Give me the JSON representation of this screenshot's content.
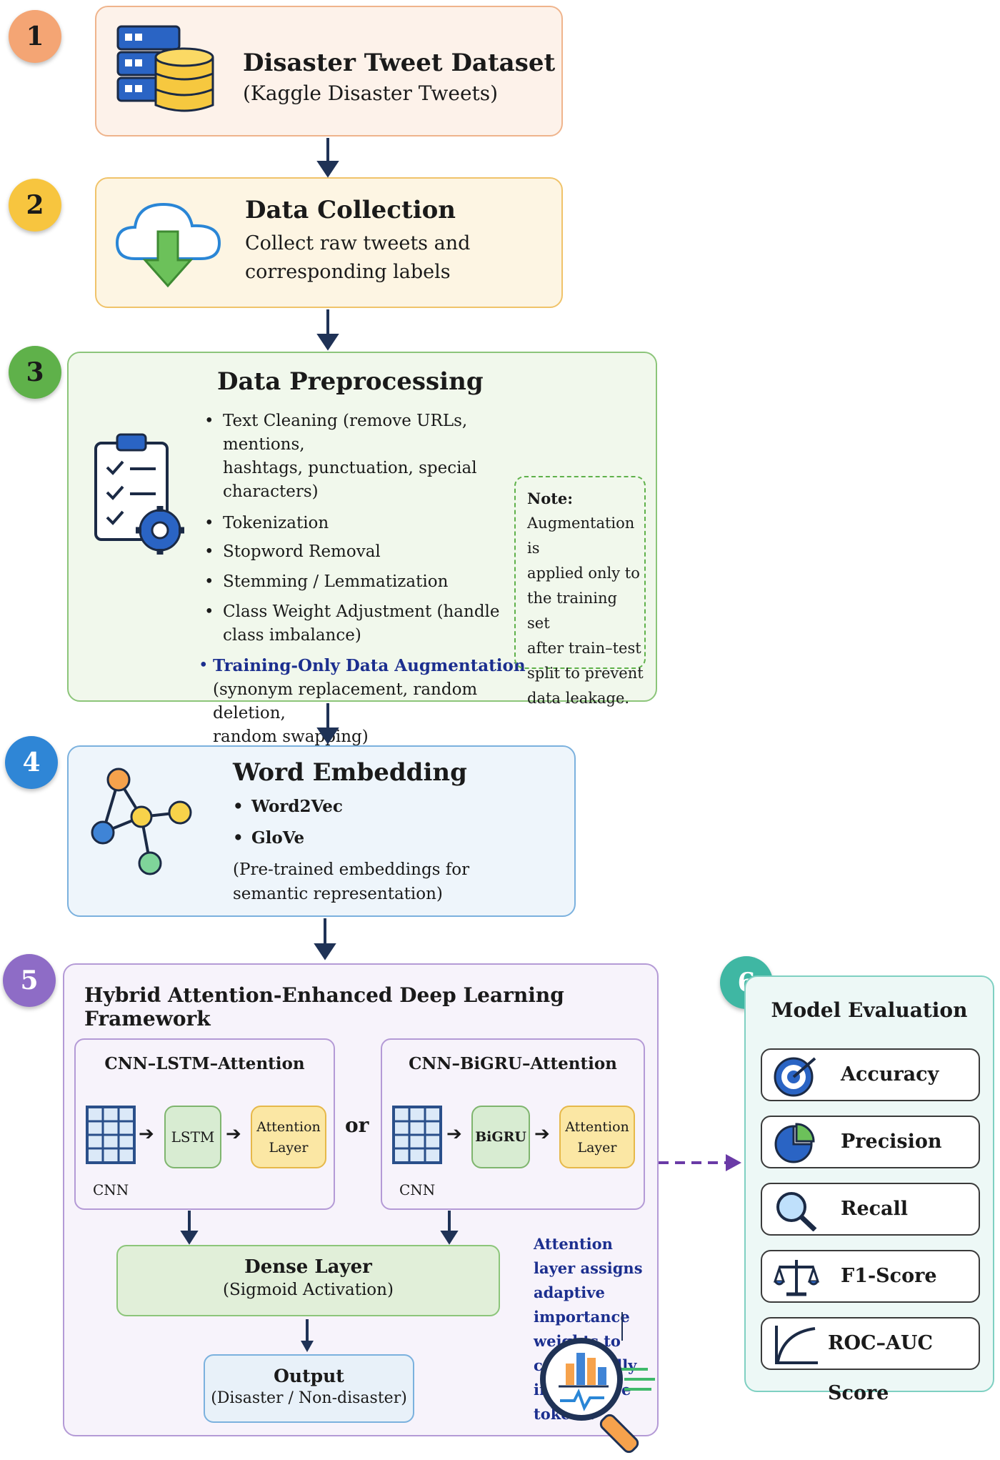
{
  "steps": {
    "s1": {
      "num": "1",
      "title": "Disaster Tweet Dataset",
      "subtitle": "(Kaggle Disaster Tweets)"
    },
    "s2": {
      "num": "2",
      "title": "Data Collection",
      "line1": "Collect raw tweets and",
      "line2": "corresponding labels"
    },
    "s3": {
      "num": "3",
      "title": "Data Preprocessing",
      "b1a": "Text Cleaning (remove URLs, mentions,",
      "b1b": "hashtags, punctuation, special characters)",
      "b2": "Tokenization",
      "b3": "Stopword Removal",
      "b4": "Stemming / Lemmatization",
      "b5a": "Class Weight Adjustment (handle",
      "b5b": "class imbalance)",
      "b6": "Training-Only Data Augmentation",
      "b6a": "(synonym replacement, random deletion,",
      "b6b": "random swapping)",
      "note_title": "Note:",
      "note_lines": [
        "Augmentation is",
        "applied only to",
        "the training set",
        "after train–test",
        "split to prevent",
        "data leakage."
      ]
    },
    "s4": {
      "num": "4",
      "title": "Word Embedding",
      "b1": "Word2Vec",
      "b2": "GloVe",
      "l1": "(Pre-trained embeddings for",
      "l2": "semantic representation)"
    },
    "s5": {
      "num": "5",
      "title": "Hybrid Attention-Enhanced Deep Learning Framework",
      "left_title": "CNN–LSTM–Attention",
      "right_title": "CNN–BiGRU–Attention",
      "cnn": "CNN",
      "lstm": "LSTM",
      "bigru": "BiGRU",
      "attn1": "Attention",
      "attn2": "Layer",
      "or": "or",
      "dense_title": "Dense Layer",
      "dense_sub": "(Sigmoid Activation)",
      "out_title": "Output",
      "out_sub": "(Disaster / Non-disaster)",
      "note1": "Attention layer assigns",
      "note2": "adaptive importance",
      "note3": "weights to contextually",
      "note4": "informative tokens."
    },
    "s6": {
      "num": "6",
      "title": "Model Evaluation",
      "metrics": [
        "Accuracy",
        "Precision",
        "Recall",
        "F1-Score",
        "ROC–AUC Score"
      ]
    }
  },
  "colors": {
    "badge1": "#f2a06a",
    "badge2": "#f7c53f",
    "badge3": "#5fb14a",
    "badge4": "#2f86d6",
    "badge5": "#8e6cc6",
    "badge6": "#3fb7a3",
    "arrow": "#1f3256",
    "accent_blue": "#1c2f8f",
    "purple": "#6a3aa6"
  }
}
